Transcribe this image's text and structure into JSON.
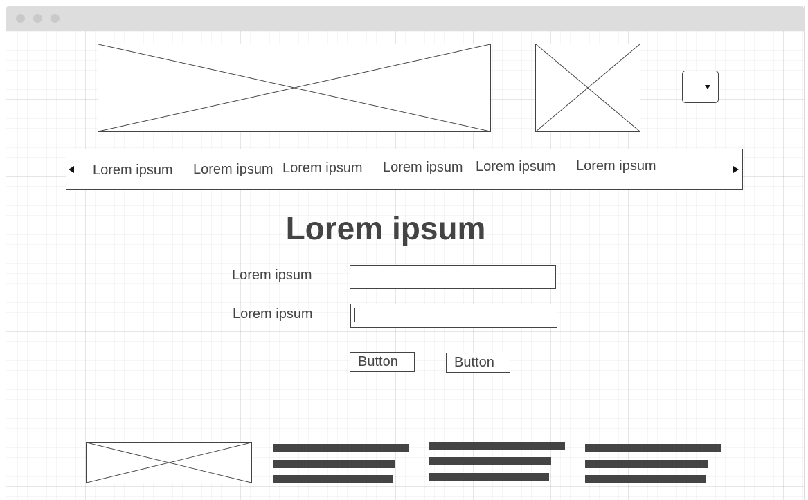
{
  "nav": {
    "tabs": [
      "Lorem ipsum",
      "Lorem ipsum",
      "Lorem ipsum",
      "Lorem ipsum",
      "Lorem ipsum",
      "Lorem ipsum"
    ]
  },
  "main": {
    "heading": "Lorem ipsum",
    "fields": [
      {
        "label": "Lorem ipsum",
        "value": ""
      },
      {
        "label": "Lorem ipsum",
        "value": ""
      }
    ],
    "buttons": [
      "Button",
      "Button"
    ]
  },
  "icons": {
    "prev": "triangle-left-icon",
    "next": "triangle-right-icon",
    "dropdown": "caret-down-icon"
  },
  "colors": {
    "stroke": "#444444",
    "titlebar": "#dddddd",
    "grid": "#eeeeee"
  }
}
